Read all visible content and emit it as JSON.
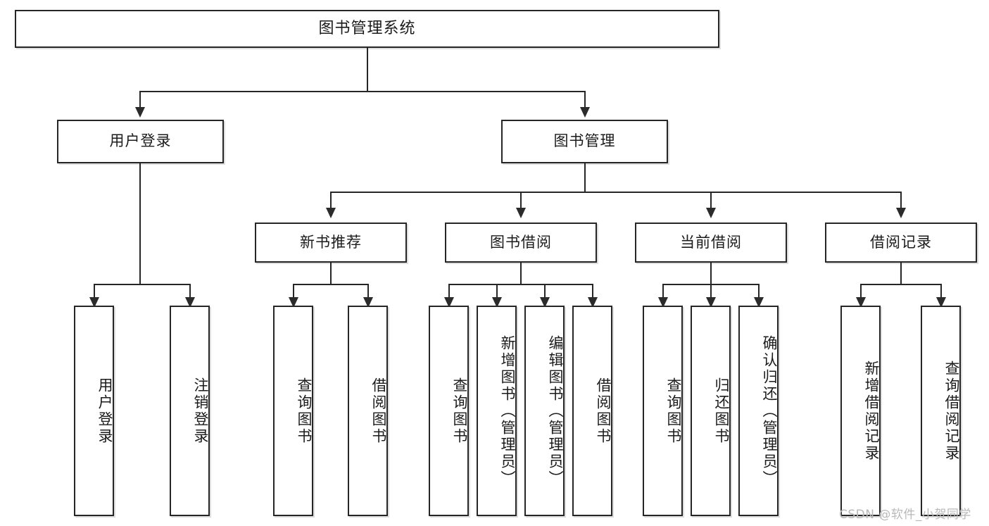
{
  "diagram": {
    "type": "tree",
    "title": "图书管理系统",
    "root": {
      "label": "图书管理系统"
    },
    "level2": [
      {
        "label": "用户登录"
      },
      {
        "label": "图书管理"
      }
    ],
    "level3": [
      {
        "label": "新书推荐"
      },
      {
        "label": "图书借阅"
      },
      {
        "label": "当前借阅"
      },
      {
        "label": "借阅记录"
      }
    ],
    "leaves": {
      "user_login": [
        {
          "label": "用户登录"
        },
        {
          "label": "注销登录"
        }
      ],
      "new_book_recommend": [
        {
          "label": "查询图书"
        },
        {
          "label": "借阅图书"
        }
      ],
      "book_borrow": [
        {
          "label": "查询图书"
        },
        {
          "label": "新增图书（管理员）"
        },
        {
          "label": "编辑图书（管理员）"
        },
        {
          "label": "借阅图书"
        }
      ],
      "current_borrow": [
        {
          "label": "查询图书"
        },
        {
          "label": "归还图书"
        },
        {
          "label": "确认归还（管理员）"
        }
      ],
      "borrow_record": [
        {
          "label": "新增借阅记录"
        },
        {
          "label": "查询借阅记录"
        }
      ]
    }
  },
  "watermark": {
    "text": "CSDN @软件_小贺同学"
  },
  "colors": {
    "stroke": "#262626",
    "background": "#ffffff",
    "text": "#1b1b1b",
    "watermark": "#b9b9b9"
  }
}
